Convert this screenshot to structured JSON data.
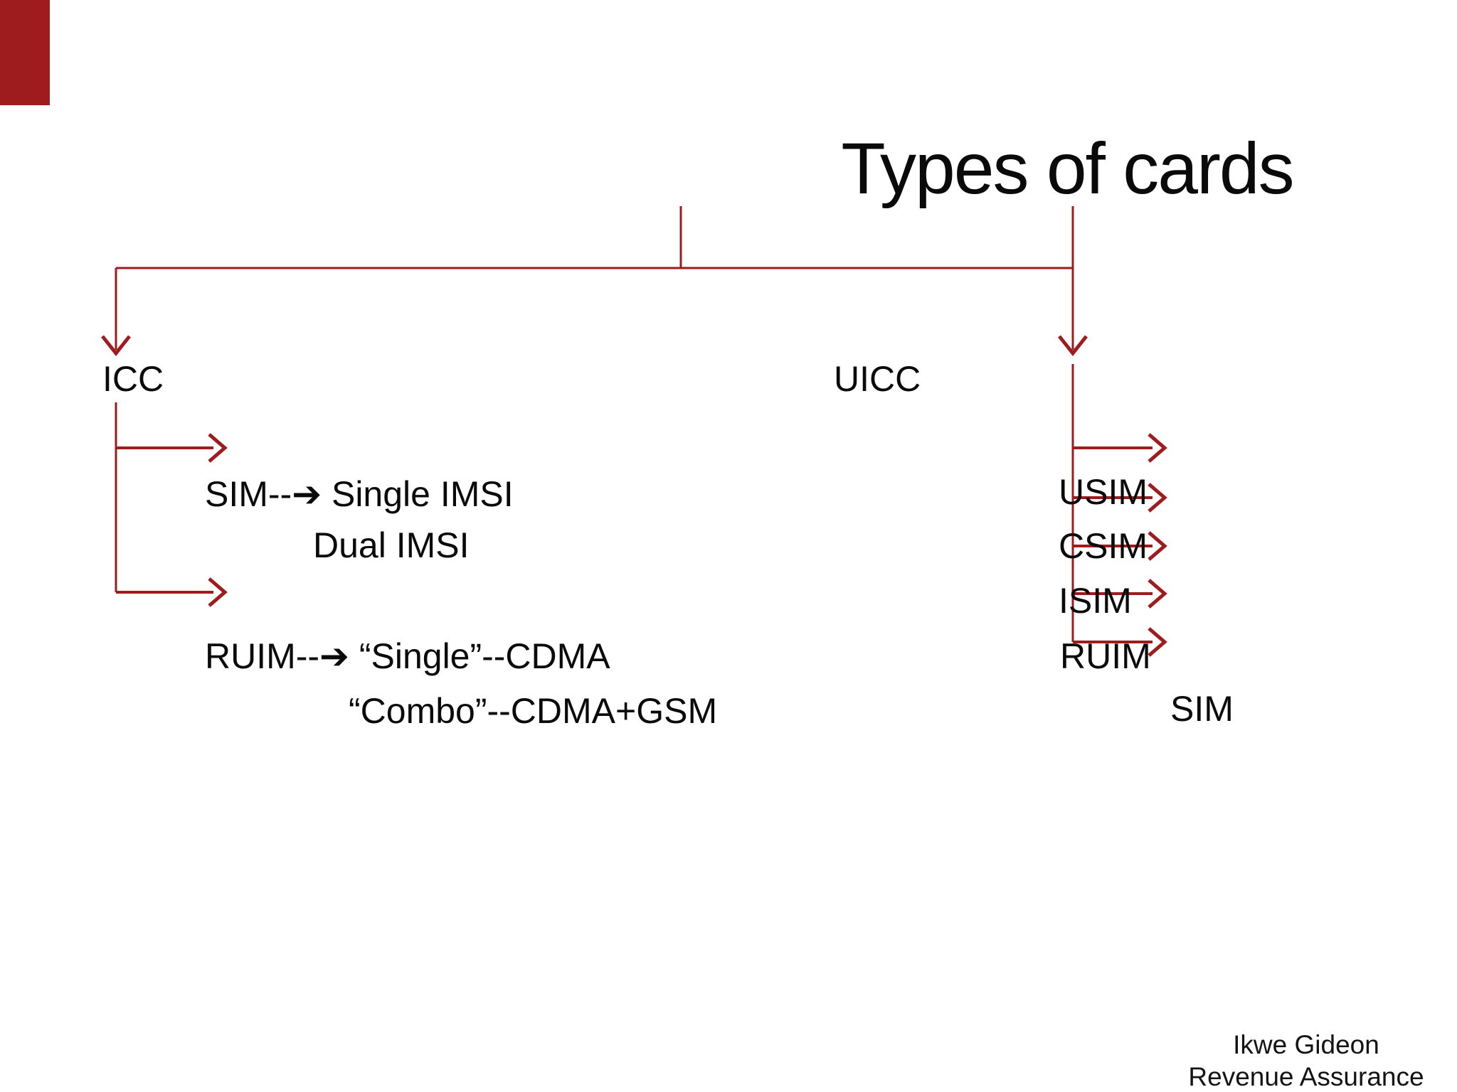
{
  "slide": {
    "title": "Types of cards",
    "colors": {
      "accent_red": "#9e1b1e",
      "text": "#0a0a0a",
      "background": "#ffffff"
    },
    "diagram": {
      "branches": [
        {
          "id": "icc",
          "label": "ICC"
        },
        {
          "id": "uicc",
          "label": "UICC"
        }
      ],
      "icc_children": [
        {
          "id": "sim_single",
          "label": "SIM--➔ Single IMSI"
        },
        {
          "id": "dual_imsi",
          "label": "Dual IMSI"
        },
        {
          "id": "ruim_single",
          "label": "RUIM--➔ “Single”--CDMA"
        },
        {
          "id": "combo",
          "label": "“Combo”--CDMA+GSM"
        }
      ],
      "uicc_children": [
        {
          "id": "usim",
          "label": "USIM"
        },
        {
          "id": "csim",
          "label": "CSIM"
        },
        {
          "id": "isim",
          "label": "ISIM"
        },
        {
          "id": "ruim",
          "label": "RUIM"
        },
        {
          "id": "sim",
          "label": "SIM"
        }
      ]
    },
    "footer": {
      "author": "Ikwe Gideon",
      "department": "Revenue Assurance"
    }
  }
}
